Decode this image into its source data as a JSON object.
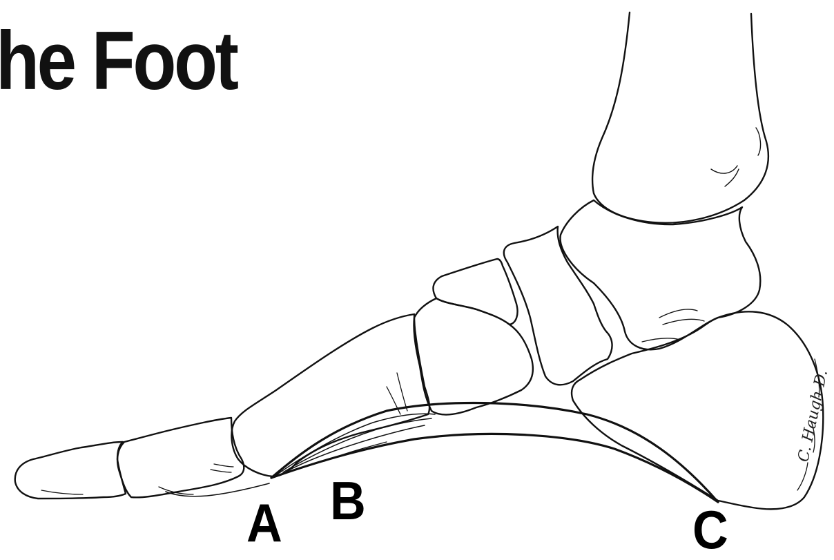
{
  "title": "he Foot",
  "labels": {
    "a": "A",
    "b": "B",
    "c": "C"
  },
  "signature": "C. Haugh D.",
  "colors": {
    "ink": "#111111",
    "background": "#ffffff"
  }
}
